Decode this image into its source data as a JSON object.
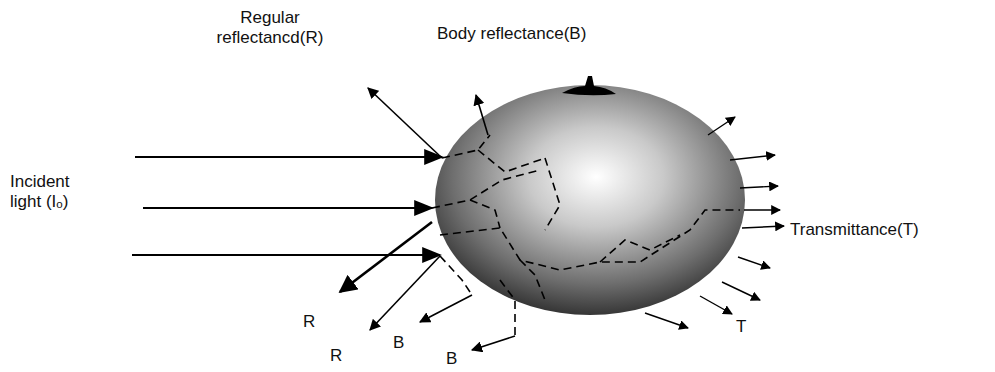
{
  "diagram": {
    "labels": [
      "Regular reflectancd(R)",
      "Body reflectance(B)",
      "Incident light (Iₒ)",
      "Transmittance(T)",
      "R",
      "R",
      "B",
      "B",
      "T"
    ]
  }
}
